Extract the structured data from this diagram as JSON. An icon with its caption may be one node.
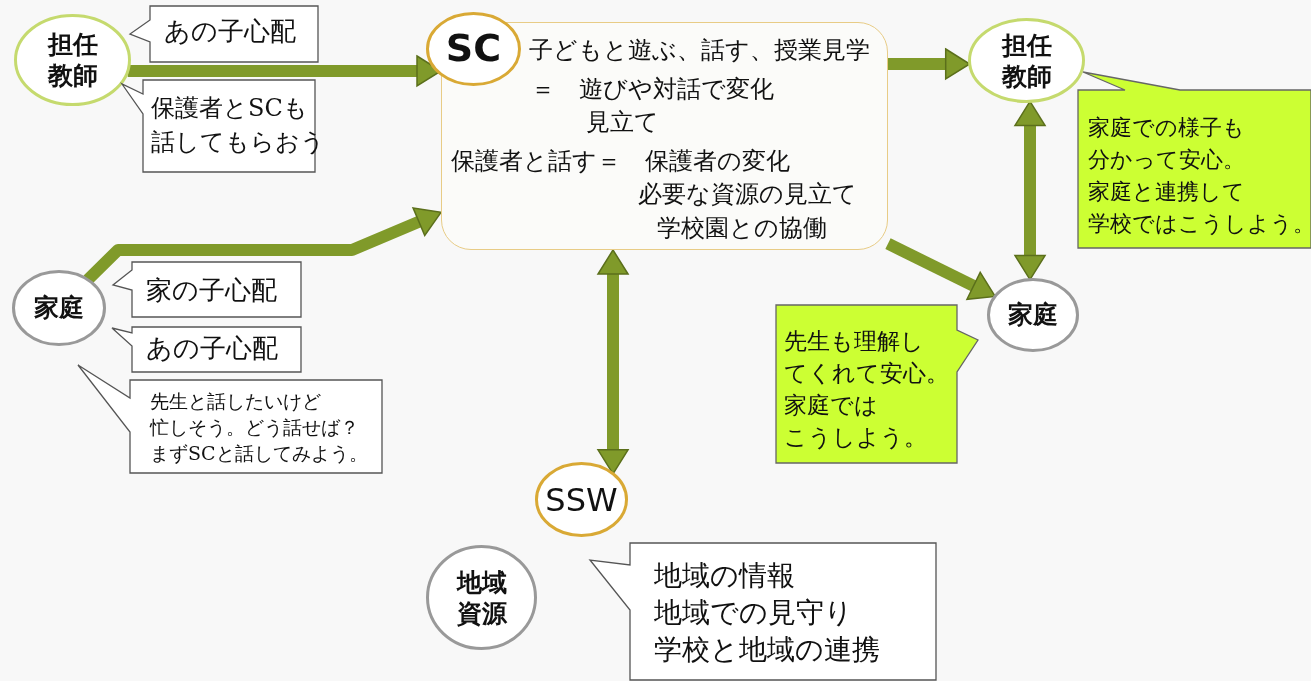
{
  "diagram": {
    "nodes": [
      {
        "text": [
          "担任教師"
        ]
      },
      {
        "text": [
          "あの子心配"
        ]
      },
      {
        "text": [
          "保護者とSCも話してもらおう"
        ]
      },
      {
        "text": [
          "SC"
        ]
      },
      {
        "text": [
          "子どもと遊ぶ、話す、授業見学",
          "＝　遊びや対話で変化",
          "見立て",
          "保護者と話す＝　保護者の変化",
          "必要な資源の見立て",
          "学校園との協働"
        ]
      },
      {
        "text": [
          "担任教師"
        ]
      },
      {
        "text": [
          "家庭での様子も分かって安心。家庭と連携して学校ではこうしよう。"
        ]
      },
      {
        "text": [
          "家庭"
        ]
      },
      {
        "text": [
          "先生も理解してくれて安心。家庭ではこうしよう。"
        ]
      },
      {
        "text": [
          "家庭"
        ]
      },
      {
        "text": [
          "家の子心配"
        ]
      },
      {
        "text": [
          "あの子心配"
        ]
      },
      {
        "text": [
          "先生と話したいけど忙しそう。どう話せば？まずSCと話してみよう。"
        ]
      },
      {
        "text": [
          "SSW"
        ]
      },
      {
        "text": [
          "地域資源"
        ]
      },
      {
        "text": [
          "地域の情報地域での見守り学校と地域の連携"
        ]
      }
    ],
    "edges": [
      {
        "from": 0,
        "to": 4,
        "arrow": "to"
      },
      {
        "from": 9,
        "to": 4,
        "arrow": "to"
      },
      {
        "from": 4,
        "to": 5,
        "arrow": "to"
      },
      {
        "from": 4,
        "to": 7,
        "arrow": "to"
      },
      {
        "from": 5,
        "to": 7,
        "arrow": "both"
      },
      {
        "from": 4,
        "to": 13,
        "arrow": "both"
      }
    ]
  }
}
